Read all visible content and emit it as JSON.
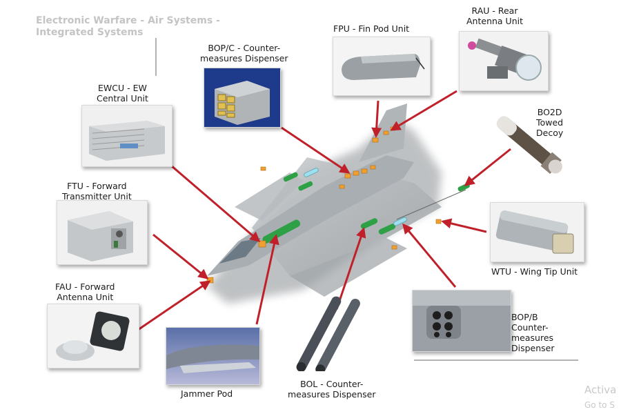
{
  "title": {
    "line1": "Electronic Warfare - Air Systems -",
    "line2": "Integrated Systems"
  },
  "components": {
    "fpu": {
      "line1": "FPU - Fin Pod Unit"
    },
    "rau": {
      "line1": "RAU - Rear",
      "line2": "Antenna Unit"
    },
    "bopc": {
      "line1": "BOP/C - Counter-",
      "line2": "measures Dispenser"
    },
    "ewcu": {
      "line1": "EWCU - EW",
      "line2": "Central Unit"
    },
    "bo2d": {
      "line1": "BO2D",
      "line2": "Towed",
      "line3": "Decoy"
    },
    "ftu": {
      "line1": "FTU - Forward",
      "line2": "Transmitter Unit"
    },
    "wtu": {
      "line1": "WTU - Wing Tip Unit"
    },
    "fau": {
      "line1": "FAU - Forward",
      "line2": "Antenna Unit"
    },
    "bopb": {
      "line1": "BOP/B",
      "line2": "Counter-",
      "line3": "measures",
      "line4": "Dispenser"
    },
    "jammer": {
      "line1": "Jammer Pod"
    },
    "bol": {
      "line1": "BOL - Counter-",
      "line2": "measures Dispenser"
    }
  },
  "watermark": {
    "line1": "Activa",
    "line2": "Go to S"
  },
  "colors": {
    "arrow": "#c0202a",
    "pod_green": "#2ea046",
    "pod_orange": "#f0a030",
    "aircraft": "#b4b8bb",
    "title": "#c4c4c4"
  }
}
